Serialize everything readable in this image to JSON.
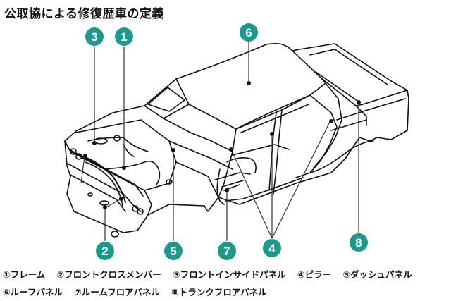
{
  "title": "公取協による修復歴車の定義",
  "badge_color": "#1a9a8c",
  "callouts": [
    {
      "num": "1",
      "label": "フレーム"
    },
    {
      "num": "2",
      "label": "フロントクロスメンバー"
    },
    {
      "num": "3",
      "label": "フロントインサイドパネル"
    },
    {
      "num": "4",
      "label": "ピラー"
    },
    {
      "num": "5",
      "label": "ダッシュパネル"
    },
    {
      "num": "6",
      "label": "ルーフパネル"
    },
    {
      "num": "7",
      "label": "ルームフロアパネル"
    },
    {
      "num": "8",
      "label": "トランクフロアパネル"
    }
  ],
  "legend": {
    "row1": [
      "①フレーム",
      "②フロントクロスメンバー",
      "③フロントインサイドパネル",
      "④ピラー",
      "⑤ダッシュパネル"
    ],
    "row2": [
      "⑥ルーフパネル",
      "⑦ルームフロアパネル",
      "⑧トランクフロアパネル"
    ]
  }
}
